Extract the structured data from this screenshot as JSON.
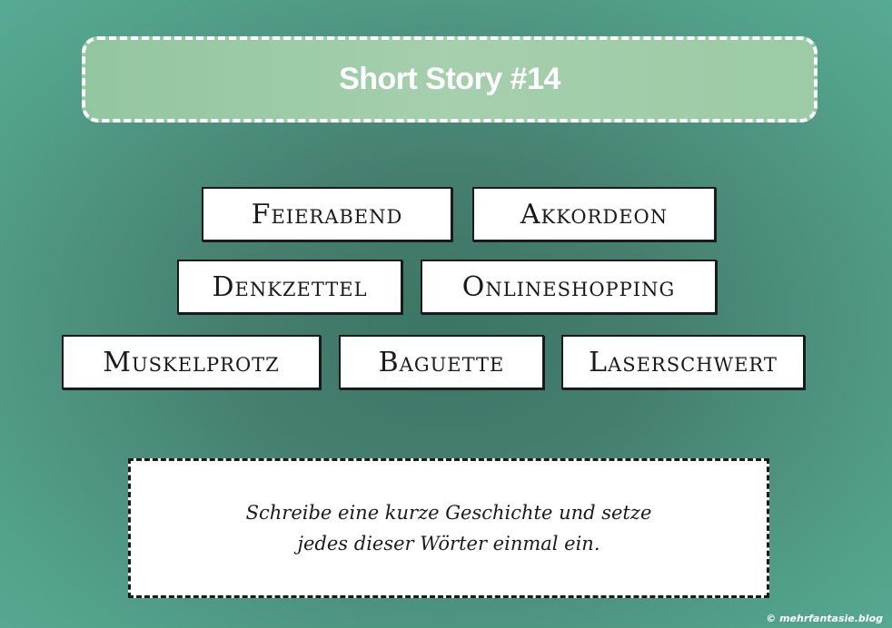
{
  "title": "Short Story #14",
  "words": [
    "Feierabend",
    "Akkordeon",
    "Denkzettel",
    "Onlineshopping",
    "Muskelprotz",
    "Baguette",
    "Laserschwert"
  ],
  "instruction": {
    "line1": "Schreibe eine kurze Geschichte und setze",
    "line2": "jedes dieser Wörter einmal ein."
  },
  "credit": "© mehrfantasie.blog",
  "colors": {
    "background": "#4a8c7a",
    "title_box": "#a0cca8",
    "card": "#ffffff"
  }
}
